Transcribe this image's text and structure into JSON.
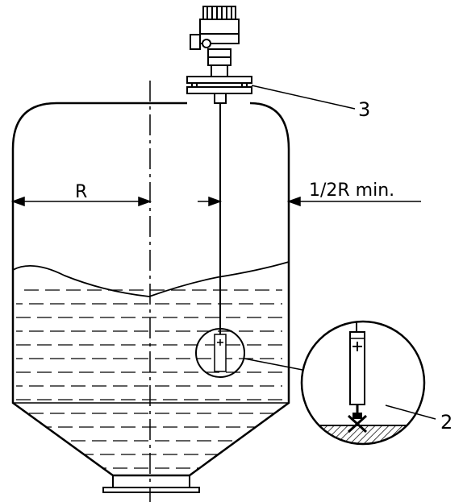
{
  "labels": {
    "radius": "R",
    "min_distance": "1/2R min.",
    "callout_2": "2",
    "callout_3": "3"
  },
  "colors": {
    "line": "#000000",
    "background": "#ffffff"
  },
  "icons": {
    "transmitter": "transmitter-head-icon",
    "flange": "flange-icon",
    "probe": "probe-rod-icon",
    "float": "float-icon"
  }
}
